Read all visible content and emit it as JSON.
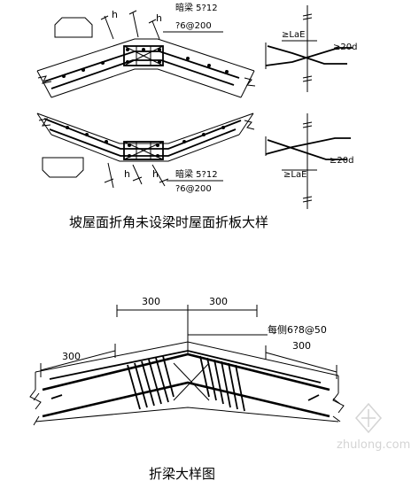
{
  "top_detail": {
    "upper": {
      "dim1": "h",
      "dim2": "h",
      "beam_label": "暗梁 5?12",
      "stirrup_label": "?6@200"
    },
    "lower": {
      "dim1": "h",
      "dim2": "h",
      "beam_label": "暗梁 5?12",
      "stirrup_label": "?6@200"
    },
    "anchor_upper": {
      "lae": "≥LaE",
      "hook": "≥20d"
    },
    "anchor_lower": {
      "lae": "≥LaE",
      "hook": "≥20d"
    },
    "title": "坡屋面折角未设梁时屋面折板大样"
  },
  "bottom_detail": {
    "dim_left": "300",
    "dim_right": "300",
    "dim_slope_left": "300",
    "dim_slope_right": "300",
    "stirrup_label": "每侧6?8@50",
    "title": "折梁大样图"
  },
  "watermark": "zhulong.com"
}
